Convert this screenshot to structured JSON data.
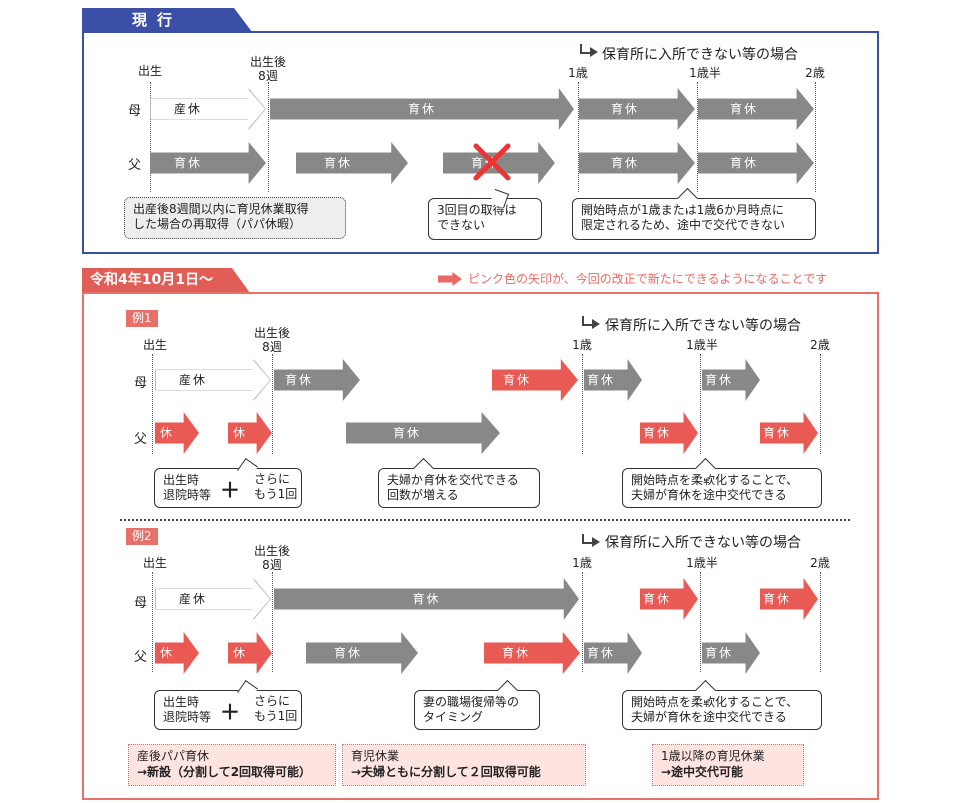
{
  "current": {
    "tab": "現行",
    "months": {
      "birth": "出生",
      "after8a": "出生後",
      "after8b": "8週",
      "y1": "1歳",
      "y15": "1歳半",
      "y2": "2歳"
    },
    "nursery": "保育所に入所できない等の場合",
    "mother_label": "母",
    "father_label": "父",
    "sankyu": "産休",
    "ikukyu": "育休",
    "note_papa": [
      "出産後8週間以内に育児休業取得",
      "した場合の再取得（パパ休暇）"
    ],
    "note_third": [
      "3回目の取得は",
      "できない"
    ],
    "note_start": [
      "開始時点が1歳または1歳6か月時点に",
      "限定されるため、途中で交代できない"
    ]
  },
  "new": {
    "tab": "令和4年10月1日〜",
    "pink_note": "ピンク色の矢印が、今回の改正で新たにできるようになることです",
    "ex1": "例1",
    "ex2": "例2",
    "kyu": "休",
    "birth_note": [
      "出生時",
      "退院時等"
    ],
    "plus": "＋",
    "more_once": [
      "さらに",
      "もう1回"
    ],
    "ex1_mid_note": [
      "夫婦が育休を交代できる",
      "回数が増える"
    ],
    "flex_note": [
      "開始時点を柔軟化することで、",
      "夫婦が育休を途中交代できる"
    ],
    "ex2_mid_note": [
      "妻の職場復帰等の",
      "タイミング"
    ],
    "bottom": [
      {
        "title": "産後パパ育休",
        "desc": "→新設（分割して2回取得可能）"
      },
      {
        "title": "育児休業",
        "desc": "→夫婦ともに分割して２回取得可能"
      },
      {
        "title": "1歳以降の育児休業",
        "desc": "→途中交代可能"
      }
    ]
  },
  "colors": {
    "gray": "#888888",
    "red": "#e85a53",
    "blue": "#3b4fa6",
    "pink_border": "#e8706a"
  }
}
